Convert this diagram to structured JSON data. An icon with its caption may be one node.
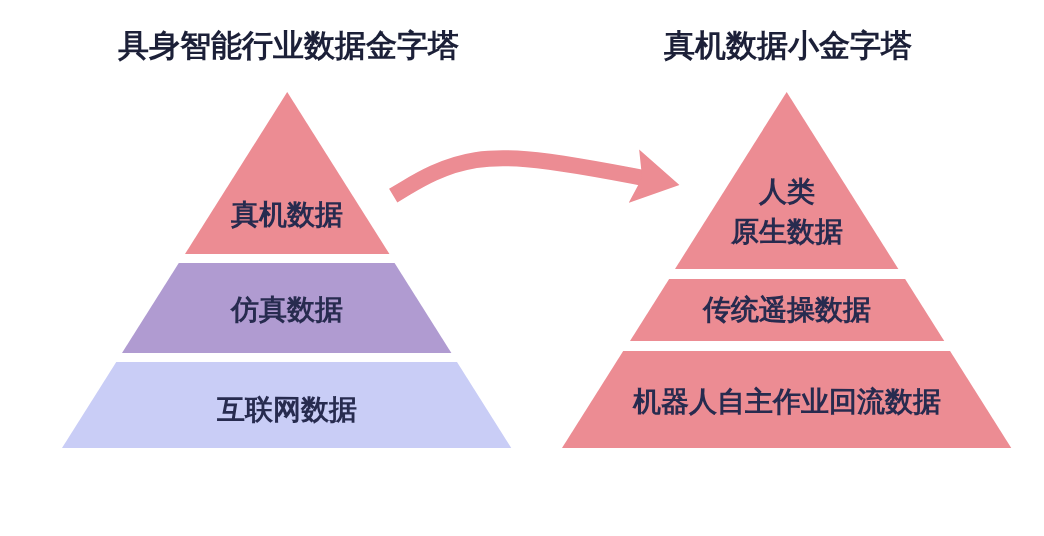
{
  "diagram": {
    "nodes": [
      {
        "text": [
          "具身智能行业数据金字塔"
        ]
      },
      {
        "text": [
          "真机数据"
        ],
        "in": 0
      },
      {
        "text": [
          "仿真数据"
        ],
        "in": 0
      },
      {
        "text": [
          "互联网数据"
        ],
        "in": 0
      },
      {
        "text": [
          "真机数据小金字塔"
        ]
      },
      {
        "text": [
          "人类",
          "原生数据"
        ],
        "in": 4
      },
      {
        "text": [
          "传统遥操数据"
        ],
        "in": 4
      },
      {
        "text": [
          "机器人自主作业回流数据"
        ],
        "in": 4
      }
    ],
    "edges": [
      {
        "from": 1,
        "to": 5,
        "arrow": "to"
      }
    ]
  }
}
